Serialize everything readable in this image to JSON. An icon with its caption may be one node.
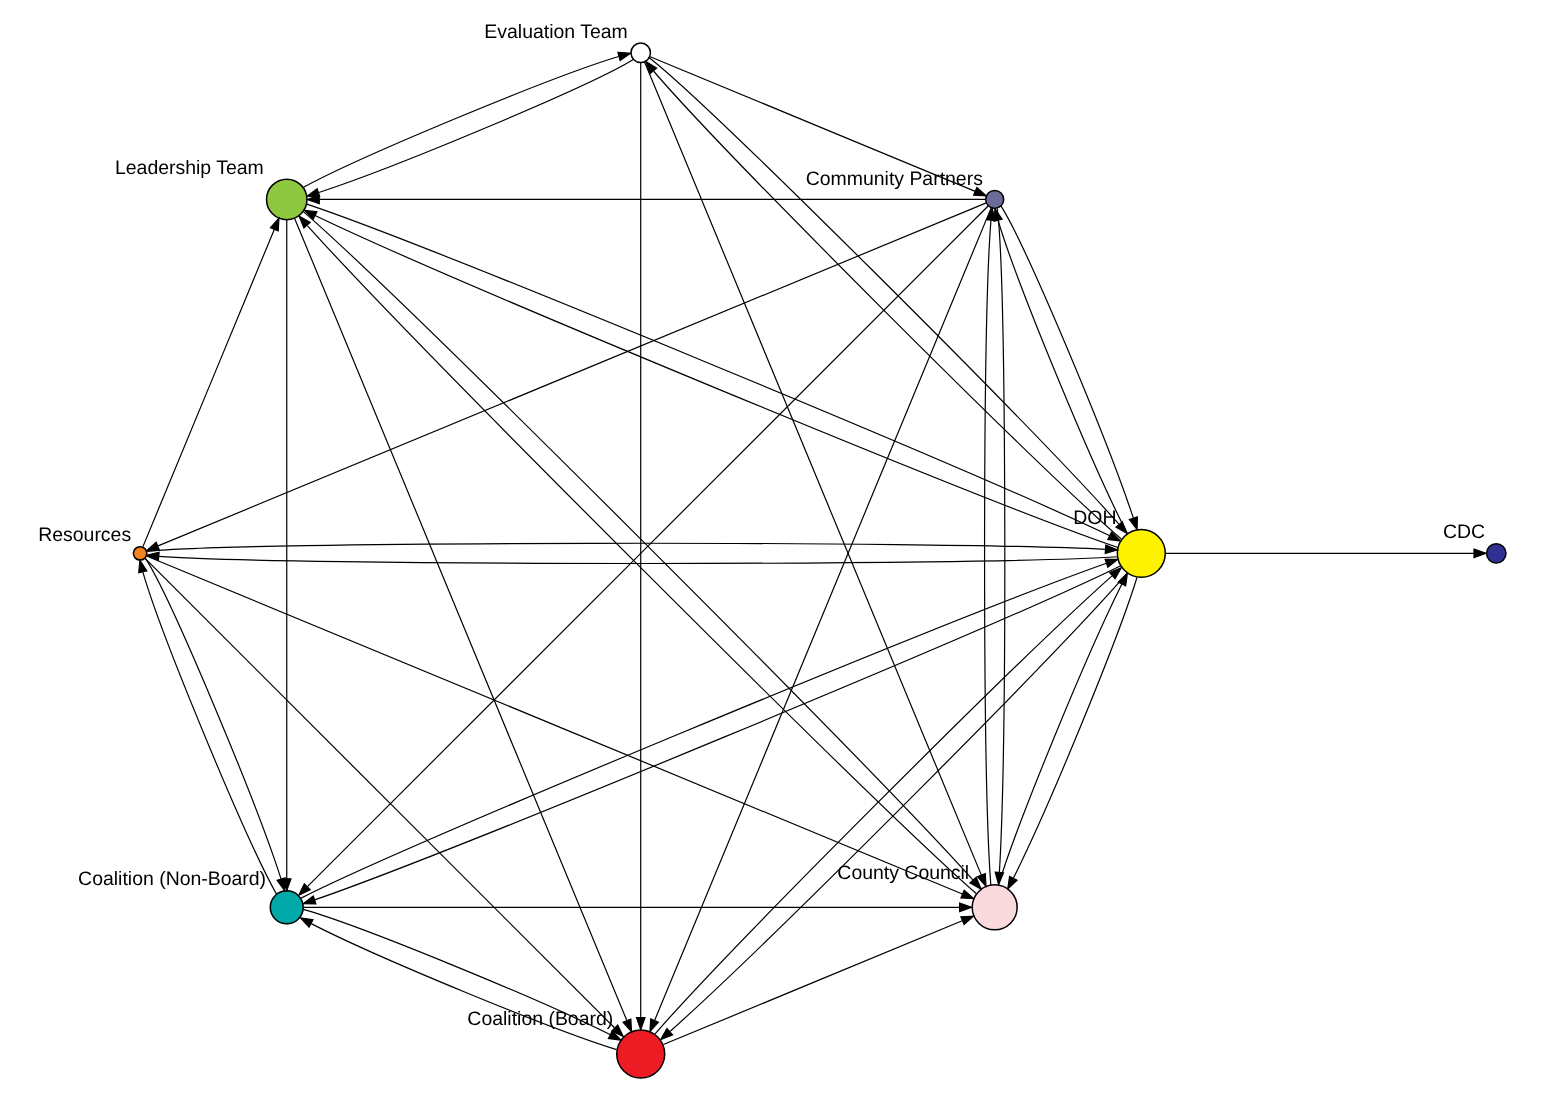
{
  "diagram": {
    "nodes": [
      {
        "text": [],
        "shape": "circle",
        "beside": [
          "Resources"
        ]
      },
      {
        "text": [],
        "shape": "circle",
        "beside": [
          "Coalition (Non-Board)"
        ]
      },
      {
        "text": [],
        "shape": "circle",
        "beside": [
          "Coalition (Board)"
        ]
      },
      {
        "text": [],
        "shape": "circle",
        "beside": [
          "Community Partners"
        ]
      },
      {
        "text": [],
        "shape": "circle",
        "beside": [
          "DOH"
        ]
      },
      {
        "text": [],
        "shape": "circle",
        "beside": [
          "CDC"
        ]
      },
      {
        "text": [],
        "shape": "circle",
        "beside": [
          "Leadership Team"
        ]
      },
      {
        "text": [],
        "shape": "circle",
        "beside": [
          "County Council"
        ]
      },
      {
        "text": [],
        "shape": "circle",
        "beside": [
          "Evaluation Team"
        ]
      }
    ],
    "edges": [
      {
        "from": 0,
        "to": 1,
        "arrow": "to"
      },
      {
        "from": 1,
        "to": 0,
        "arrow": "to"
      },
      {
        "from": 0,
        "to": 4,
        "arrow": "to"
      },
      {
        "from": 4,
        "to": 0,
        "arrow": "to"
      },
      {
        "from": 0,
        "to": 6,
        "arrow": "to"
      },
      {
        "from": 0,
        "to": 2,
        "arrow": "to"
      },
      {
        "from": 0,
        "to": 7,
        "arrow": "to"
      },
      {
        "from": 3,
        "to": 0,
        "arrow": "to"
      },
      {
        "from": 1,
        "to": 2,
        "arrow": "to"
      },
      {
        "from": 2,
        "to": 1,
        "arrow": "to"
      },
      {
        "from": 1,
        "to": 4,
        "arrow": "to"
      },
      {
        "from": 4,
        "to": 1,
        "arrow": "to"
      },
      {
        "from": 6,
        "to": 1,
        "arrow": "to"
      },
      {
        "from": 1,
        "to": 7,
        "arrow": "to"
      },
      {
        "from": 3,
        "to": 1,
        "arrow": "to"
      },
      {
        "from": 3,
        "to": 2,
        "arrow": "to"
      },
      {
        "from": 3,
        "to": 4,
        "arrow": "to"
      },
      {
        "from": 4,
        "to": 3,
        "arrow": "to"
      },
      {
        "from": 3,
        "to": 6,
        "arrow": "to"
      },
      {
        "from": 3,
        "to": 7,
        "arrow": "to"
      },
      {
        "from": 7,
        "to": 3,
        "arrow": "to"
      },
      {
        "from": 2,
        "to": 7,
        "arrow": "to"
      },
      {
        "from": 4,
        "to": 2,
        "arrow": "to"
      },
      {
        "from": 6,
        "to": 2,
        "arrow": "to"
      },
      {
        "from": 8,
        "to": 2,
        "arrow": "to"
      },
      {
        "from": 2,
        "to": 4,
        "arrow": "to"
      },
      {
        "from": 4,
        "to": 5,
        "arrow": "to"
      },
      {
        "from": 4,
        "to": 6,
        "arrow": "to"
      },
      {
        "from": 6,
        "to": 4,
        "arrow": "to"
      },
      {
        "from": 4,
        "to": 7,
        "arrow": "to"
      },
      {
        "from": 7,
        "to": 4,
        "arrow": "to"
      },
      {
        "from": 6,
        "to": 7,
        "arrow": "to"
      },
      {
        "from": 7,
        "to": 6,
        "arrow": "to"
      },
      {
        "from": 4,
        "to": 8,
        "arrow": "to"
      },
      {
        "from": 8,
        "to": 4,
        "arrow": "to"
      },
      {
        "from": 6,
        "to": 8,
        "arrow": "to"
      },
      {
        "from": 8,
        "to": 6,
        "arrow": "to"
      },
      {
        "from": 8,
        "to": 3,
        "arrow": "to"
      },
      {
        "from": 8,
        "to": 7,
        "arrow": "to"
      }
    ]
  }
}
